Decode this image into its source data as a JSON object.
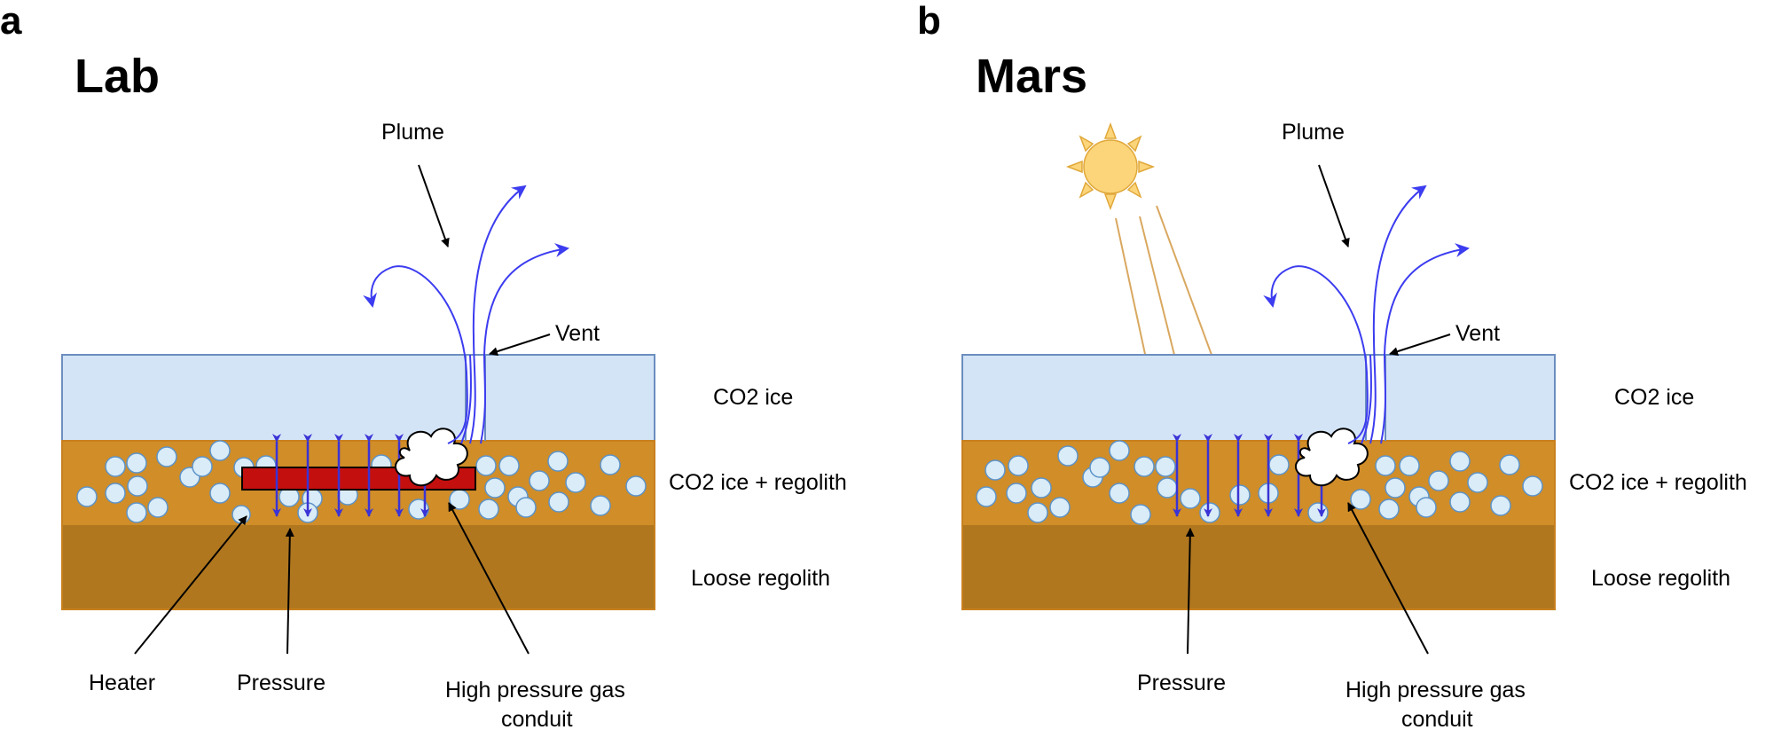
{
  "panels": [
    {
      "letter": "a",
      "title": "Lab",
      "labels": {
        "plume": "Plume",
        "vent": "Vent",
        "co2_ice": "CO2 ice",
        "co2_ice_regolith": "CO2 ice + regolith",
        "loose_regolith": "Loose regolith",
        "heater": "Heater",
        "pressure": "Pressure",
        "conduit_line1": "High pressure gas",
        "conduit_line2": "conduit"
      }
    },
    {
      "letter": "b",
      "title": "Mars",
      "labels": {
        "plume": "Plume",
        "vent": "Vent",
        "co2_ice": "CO2 ice",
        "co2_ice_regolith": "CO2 ice + regolith",
        "loose_regolith": "Loose regolith",
        "pressure": "Pressure",
        "conduit_line1": "High pressure gas",
        "conduit_line2": "conduit"
      }
    }
  ],
  "colors": {
    "co2_ice": "#d4e4f7",
    "co2_ice_border": "#6c8ebf",
    "ice_regolith": "#d08d28",
    "loose_regolith": "#b0771f",
    "grain_fill": "#d9ecf7",
    "grain_stroke": "#5d93c9",
    "heater": "#c40f0f",
    "pressure_arrow": "#3a33d6",
    "plume": "#3c3cf0",
    "sun_ray": "#d9a860",
    "sun_fill": "#fcd57a"
  },
  "icons": [
    "sun-icon",
    "gas-cloud-icon",
    "heater-bar"
  ]
}
